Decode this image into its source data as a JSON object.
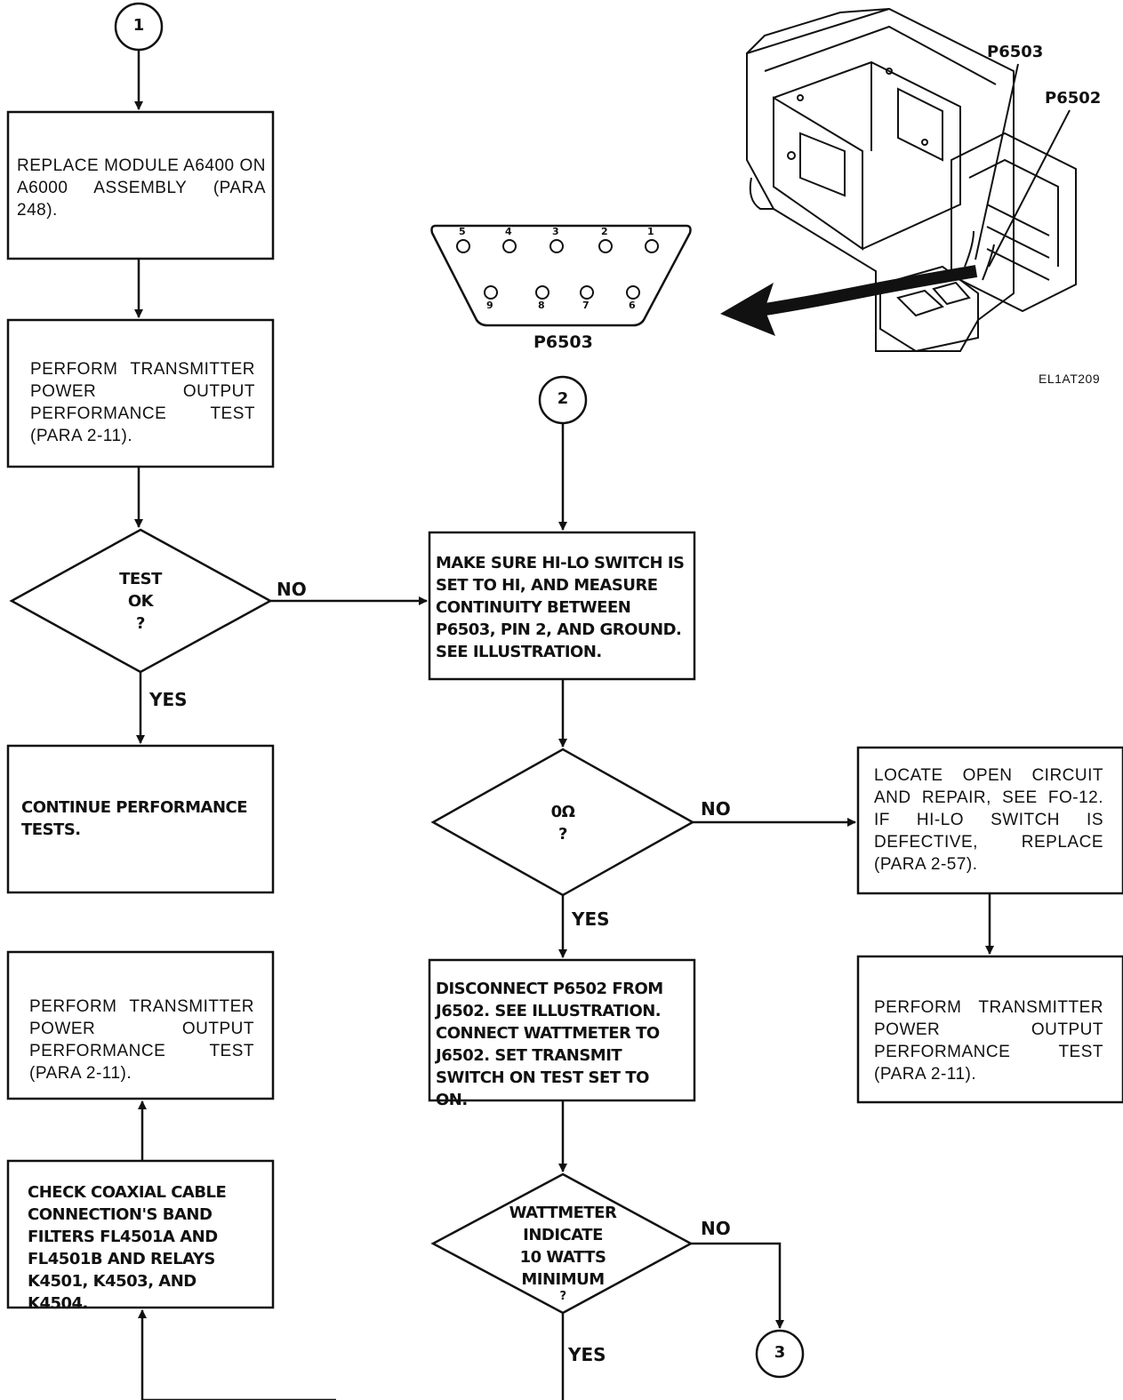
{
  "connectors": {
    "c1": "1",
    "c2": "2",
    "c3": "3"
  },
  "boxes": {
    "replace_module": "REPLACE MODULE A6400 ON A6000 ASSEMBLY (PARA 248).",
    "perform_test_1": "PERFORM TRANSMITTER POWER OUTPUT PERFORMANCE TEST (PARA 2-11).",
    "continue_tests": "CONTINUE PERFORMANCE TESTS.",
    "perform_test_2": "PERFORM TRANSMITTER POWER OUTPUT PERFORMANCE TEST (PARA 2-11).",
    "check_coax": "CHECK COAXIAL CABLE CONNECTION'S BAND FILTERS FL4501A AND FL4501B AND RELAYS K4501, K4503, AND K4504.",
    "measure_continuity": "MAKE SURE HI-LO SWITCH IS SET TO HI, AND MEASURE CONTINUITY BETWEEN P6503, PIN 2, AND GROUND. SEE ILLUSTRATION.",
    "disconnect_p6502": "DISCONNECT P6502 FROM J6502. SEE ILLUSTRATION. CONNECT WATTMETER TO J6502. SET TRANSMIT SWITCH ON TEST SET TO ON.",
    "locate_open": "LOCATE OPEN CIRCUIT AND REPAIR, SEE FO-12. IF HI-LO SWITCH IS DEFECTIVE, REPLACE (PARA 2-57).",
    "perform_test_3": "PERFORM TRANSMITTER POWER OUTPUT PERFORMANCE TEST (PARA 2-11)."
  },
  "decisions": {
    "test_ok": [
      "TEST",
      "OK",
      "?"
    ],
    "zero_ohm": [
      "0Ω",
      "?"
    ],
    "wattmeter": [
      "WATTMETER",
      "INDICATE",
      "10 WATTS",
      "MINIMUM",
      "?"
    ]
  },
  "branch_labels": {
    "yes": "YES",
    "no": "NO"
  },
  "illustration": {
    "connector_name": "P6503",
    "top_pins": [
      "5",
      "4",
      "3",
      "2",
      "1"
    ],
    "bottom_pins": [
      "9",
      "8",
      "7",
      "6"
    ],
    "callout_p6503": "P6503",
    "callout_p6502": "P6502",
    "figure_id": "EL1AT209"
  }
}
